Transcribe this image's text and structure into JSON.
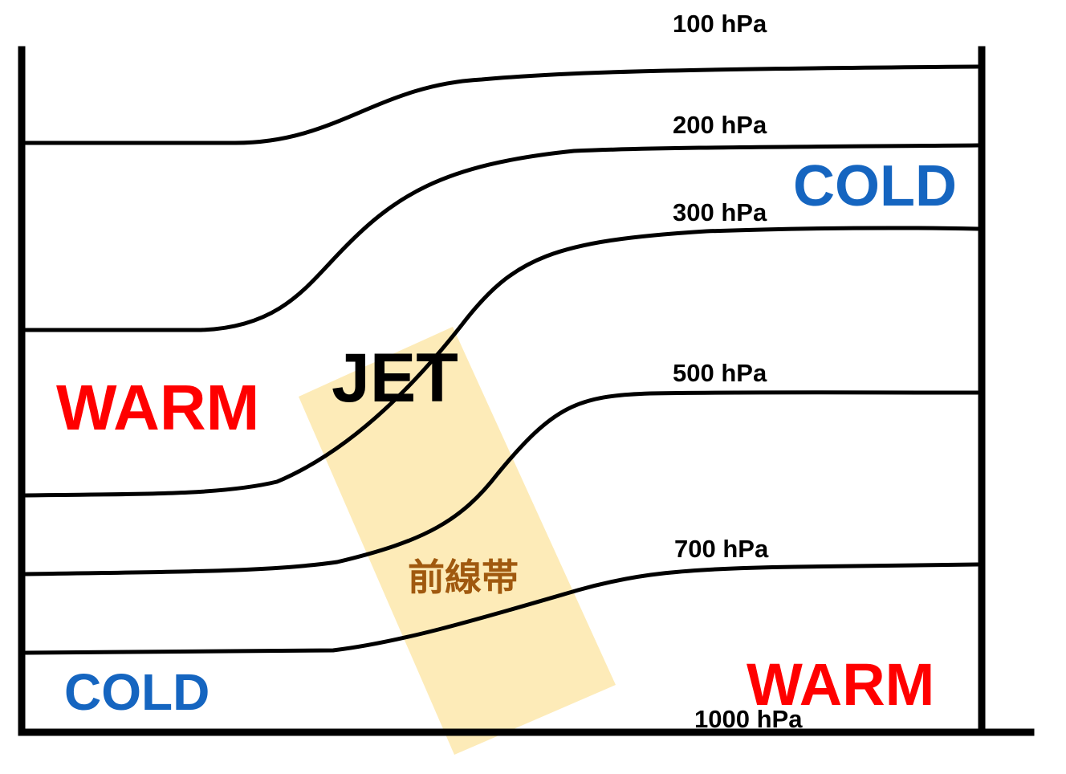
{
  "pressure_levels": [
    {
      "id": "100",
      "label": "100 hPa"
    },
    {
      "id": "200",
      "label": "200 hPa"
    },
    {
      "id": "300",
      "label": "300 hPa"
    },
    {
      "id": "500",
      "label": "500 hPa"
    },
    {
      "id": "700",
      "label": "700 hPa"
    },
    {
      "id": "1000",
      "label": "1000 hPa"
    }
  ],
  "air_masses": {
    "upper_right": "COLD",
    "upper_left": "WARM",
    "lower_left": "COLD",
    "lower_right": "WARM"
  },
  "jet_label": "JET",
  "frontal_zone_label": "前線帯",
  "colors": {
    "warm": "#FF0000",
    "cold": "#1565C0",
    "frontal_zone_fill": "#FDEBB8",
    "frontal_zone_text": "#A0590F",
    "lines": "#000000"
  }
}
